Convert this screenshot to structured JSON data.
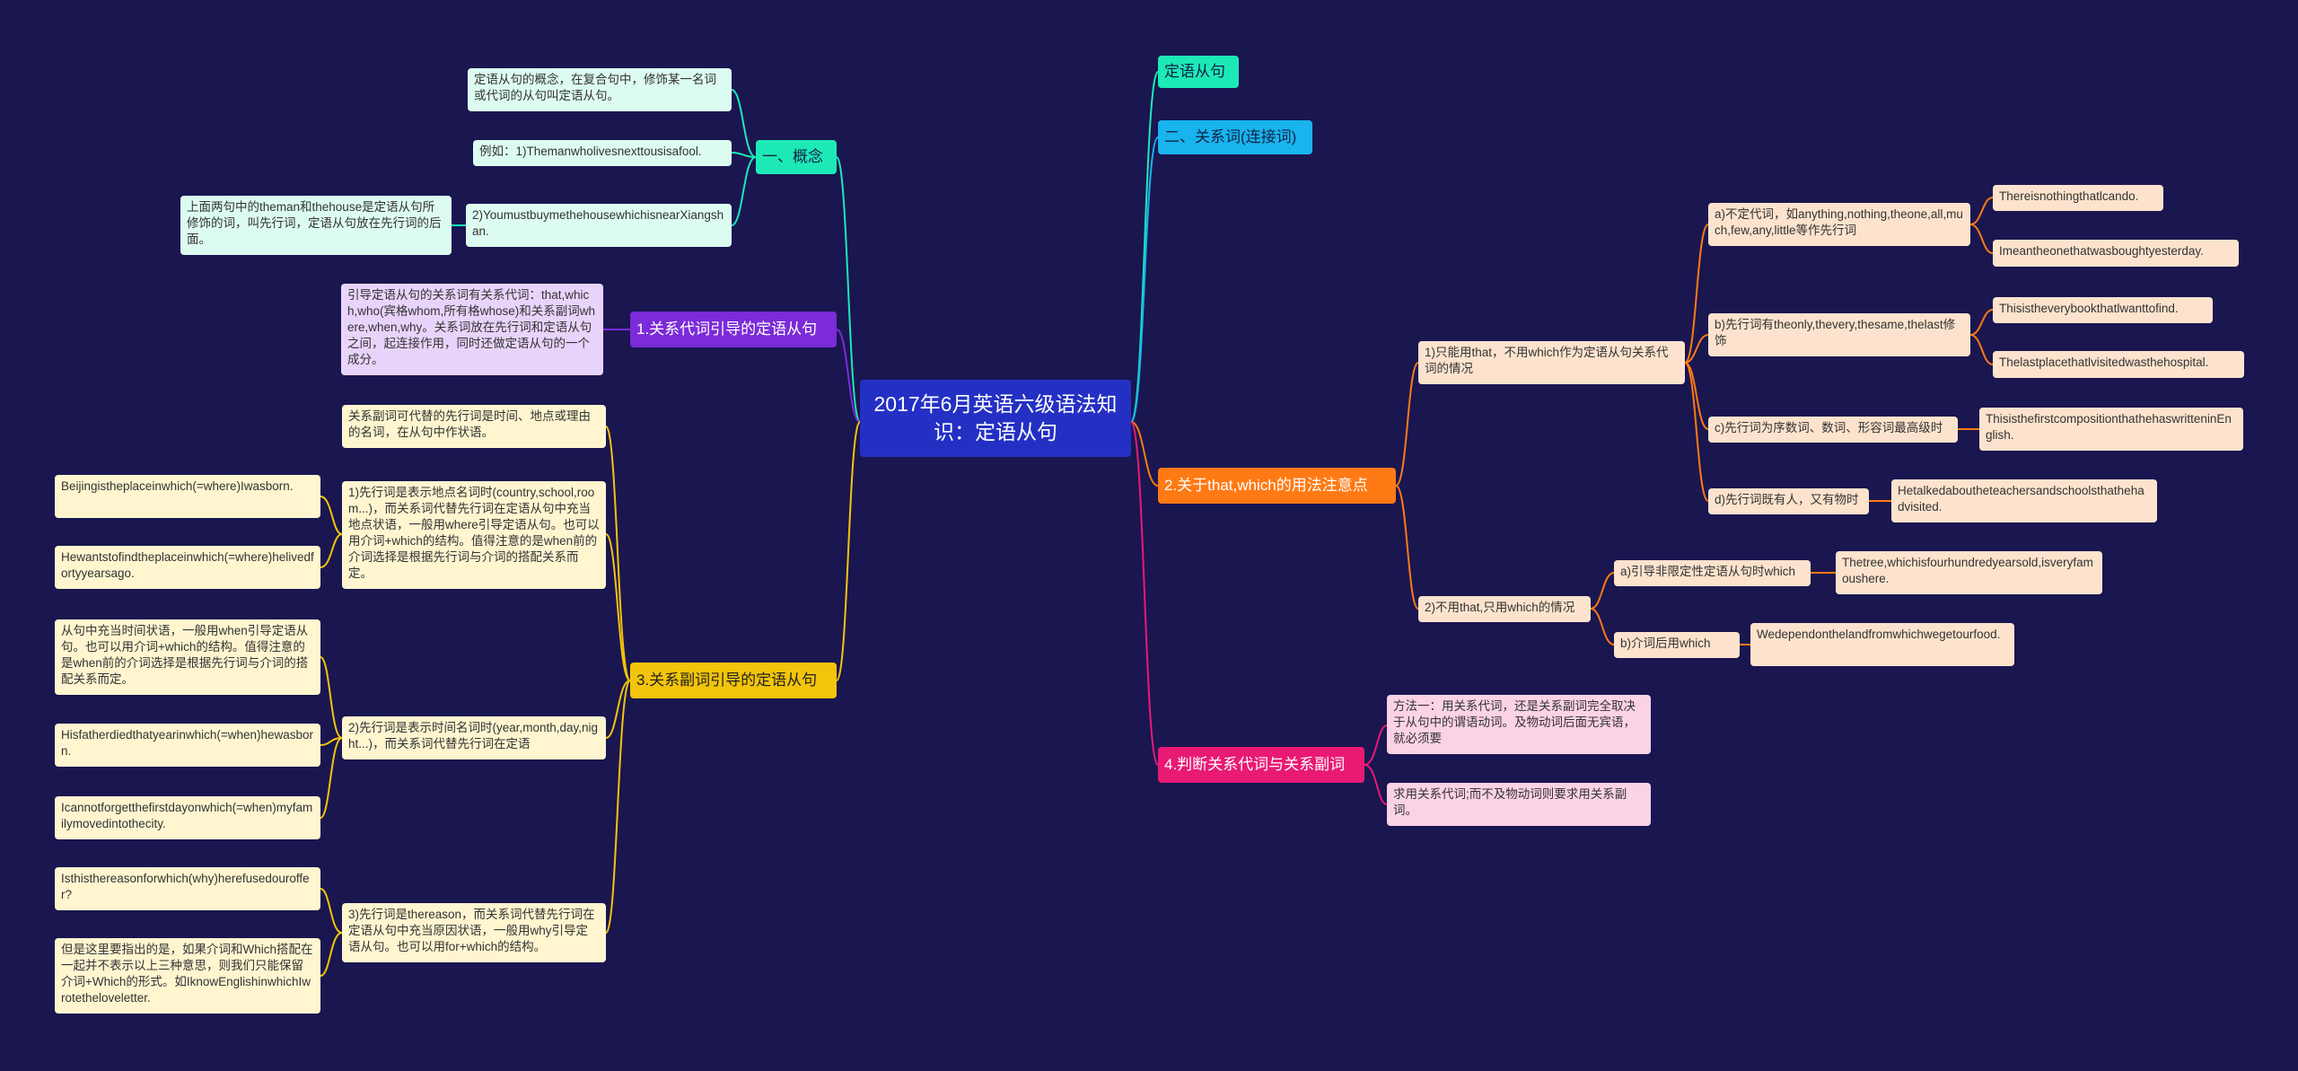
{
  "root": "2017年6月英语六级语法知识：定语从句",
  "colors": {
    "background": "#1a1650",
    "root": "#2430c4",
    "teal": "#1de9b6",
    "blue": "#18b4ee",
    "purple": "#7b2bd8",
    "yellow": "#f2c40b",
    "orange": "#ff7a14",
    "pink": "#e81a74"
  },
  "right": {
    "dingyu": "定语从句",
    "guanxici": "二、关系词(连接词)",
    "thatwhich": {
      "label": "2.关于that,which的用法注意点",
      "only_that": {
        "label": "1)只能用that，不用which作为定语从句关系代词的情况",
        "a": {
          "label": "a)不定代词，如anything,nothing,theone,all,much,few,any,little等作先行词",
          "ex1": "Thereisnothingthatlcando.",
          "ex2": "Imeantheonethatwasboughtyesterday."
        },
        "b": {
          "label": "b)先行词有theonly,thevery,thesame,thelast修饰",
          "ex1": "Thisistheverybookthatlwanttofind.",
          "ex2": "Thelastplacethatlvisitedwasthehospital."
        },
        "c": {
          "label": "c)先行词为序数词、数词、形容词最高级时",
          "ex1": "ThisisthefirstcompositionthathehaswritteninEnglish."
        },
        "d": {
          "label": "d)先行词既有人，又有物时",
          "ex1": "Hetalkedaboutheteachersandschoolsthathehadvisited."
        }
      },
      "only_which": {
        "label": "2)不用that,只用which的情况",
        "a": {
          "label": "a)引导非限定性定语从句时which",
          "ex1": "Thetree,whichisfourhundredyearsold,isveryfamoushere."
        },
        "b": {
          "label": "b)介词后用which",
          "ex1": "Wedependonthelandfromwhichwegetourfood."
        }
      }
    },
    "judge": {
      "label": "4.判断关系代词与关系副词",
      "m1": "方法一：用关系代词，还是关系副词完全取决于从句中的谓语动词。及物动词后面无宾语，就必须要",
      "m2": "求用关系代词;而不及物动词则要求用关系副词。"
    }
  },
  "left": {
    "concept": {
      "label": "一、概念",
      "def": "定语从句的概念，在复合句中，修饰某一名词或代词的从句叫定语从句。",
      "ex1": "例如：1)Themanwholivesnexttousisafool.",
      "ex2": "2)YoumustbuymethehousewhichisnearXiangshan.",
      "note": "上面两句中的theman和thehouse是定语从句所修饰的词，叫先行词，定语从句放在先行词的后面。"
    },
    "pronoun": {
      "label": "1.关系代词引导的定语从句",
      "desc": "引导定语从句的关系词有关系代词：that,which,who(宾格whom,所有格whose)和关系副词where,when,why。关系词放在先行词和定语从句之间，起连接作用，同时还做定语从句的一个成分。"
    },
    "adverb": {
      "label": "3.关系副词引导的定语从句",
      "intro": "关系副词可代替的先行词是时间、地点或理由的名词，在从句中作状语。",
      "p1": {
        "label": "1)先行词是表示地点名词时(country,school,room...)，而关系词代替先行词在定语从句中充当地点状语，一般用where引导定语从句。也可以用介词+which的结构。值得注意的是when前的介词选择是根据先行词与介词的搭配关系而定。",
        "ex1": "Beijingistheplaceinwhich(=where)Iwasborn.",
        "ex2": "Hewantstofindtheplaceinwhich(=where)helivedfortyyearsago."
      },
      "p2": {
        "label": "2)先行词是表示时间名词时(year,month,day,night...)，而关系词代替先行词在定语",
        "ex0": "从句中充当时间状语，一般用when引导定语从句。也可以用介词+which的结构。值得注意的是when前的介词选择是根据先行词与介词的搭配关系而定。",
        "ex1": "Hisfatherdiedthatyearinwhich(=when)hewasborn.",
        "ex2": "Icannotforgetthefirstdayonwhich(=when)myfamilymovedintothecity."
      },
      "p3": {
        "label": "3)先行词是thereason，而关系词代替先行词在定语从句中充当原因状语，一般用why引导定语从句。也可以用for+which的结构。",
        "ex1": "Isthisthereasonforwhich(why)herefusedouroffer?",
        "ex2": "但是这里要指出的是，如果介词和Which搭配在一起并不表示以上三种意思，则我们只能保留介词+Which的形式。如IknowEnglishinwhichIwrotetheloveletter."
      }
    }
  }
}
